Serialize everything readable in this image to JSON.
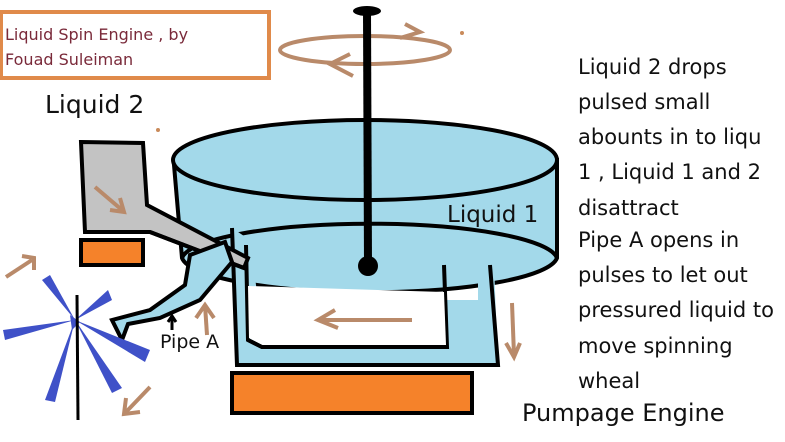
{
  "title_box": {
    "line1": "Liquid Spin Engine , by",
    "line2": "Fouad Suleiman"
  },
  "labels": {
    "liquid2": "Liquid 2",
    "liquid1": "Liquid 1",
    "pipe_a": "Pipe A",
    "pumpage_engine": "Pumpage Engine"
  },
  "description": [
    "Liquid 2 drops",
    "pulsed small",
    "abounts in to liqu",
    "1 , Liquid 1 and 2",
    "disattract",
    "Pipe A opens in",
    "pulses to let out",
    "pressured liquid to",
    "move spinning",
    "wheal"
  ],
  "colors": {
    "water": "#a3d9ea",
    "arrow": "#b98a6a",
    "engine": "#f5822a",
    "fan": "#3f51c8",
    "title_border": "#e08a4a",
    "title_text": "#7a2a3a",
    "liquid2": "#c3c3c3"
  }
}
